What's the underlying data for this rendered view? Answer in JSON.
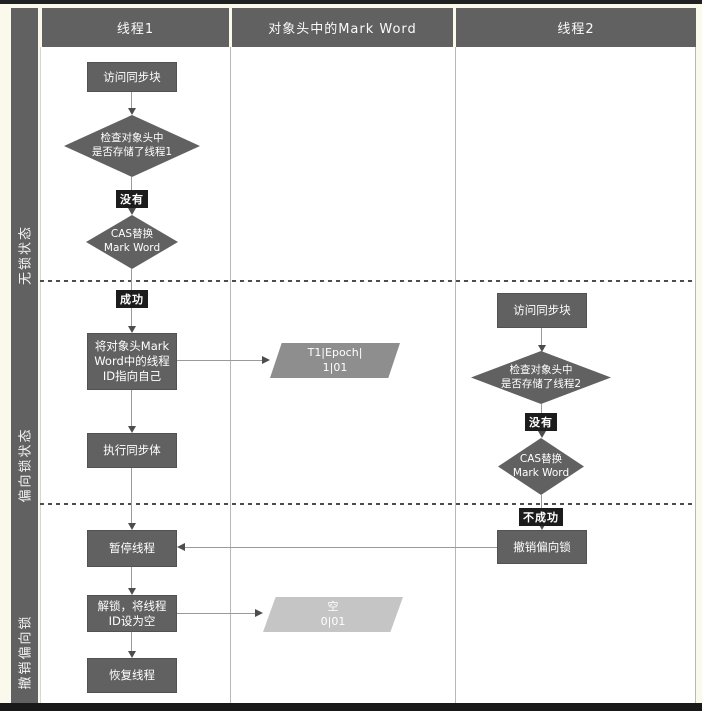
{
  "colors": {
    "background": "#fbf9ec",
    "node_fill": "#616161",
    "edge_label_bg": "#1c1c1c",
    "markword_t1_fill": "#8e8e8e",
    "markword_empty_fill": "#c5c5c5",
    "edge_line": "#9a9a9a"
  },
  "lanes": {
    "thread1": "线程1",
    "markword": "对象头中的Mark Word",
    "thread2": "线程2"
  },
  "sidebar": {
    "lock_free": "无锁状态",
    "biased": "偏向锁状态",
    "revoke": "撤销偏向锁"
  },
  "thread1": {
    "access": "访问同步块",
    "check": "检查对象头中\n是否存储了线程1",
    "no": "没有",
    "cas": "CAS替换\nMark Word",
    "success": "成功",
    "set_id": "将对象头Mark\nWord中的线程\nID指向自己",
    "exec": "执行同步体",
    "pause": "暂停线程",
    "unlock": "解锁，将线程\nID设为空",
    "resume": "恢复线程"
  },
  "markword": {
    "t1_value": "T1|Epoch|\n1|01",
    "empty_value": "空\n0|01"
  },
  "thread2": {
    "access": "访问同步块",
    "check": "检查对象头中\n是否存储了线程2",
    "no": "没有",
    "cas": "CAS替换\nMark Word",
    "fail": "不成功",
    "revoke": "撤销偏向锁"
  }
}
